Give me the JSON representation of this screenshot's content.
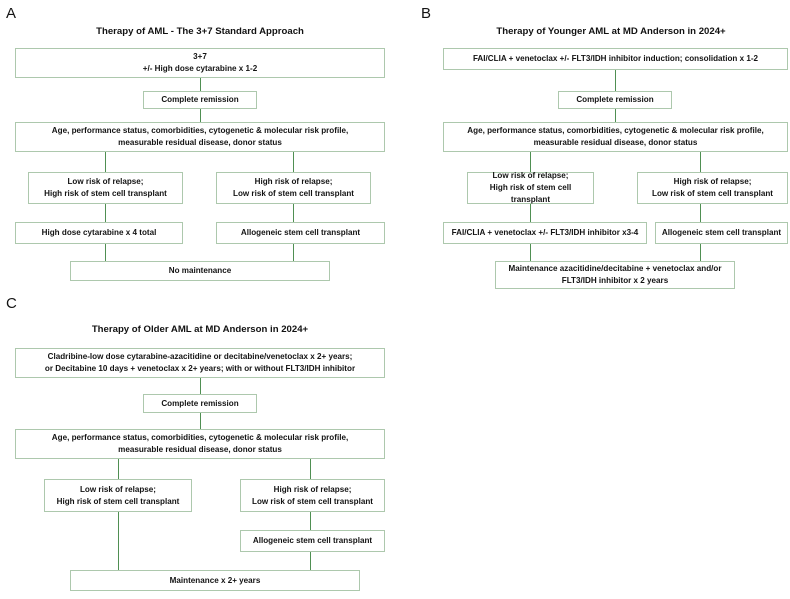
{
  "figure": {
    "background": "#ffffff",
    "box_border_color": "#adc8ad",
    "arrow_color": "#4f8f52",
    "text_color": "#131313"
  },
  "panels": [
    {
      "letter": "A",
      "title": "Therapy of AML - The 3+7 Standard Approach",
      "boxes": [
        {
          "id": "a-induction",
          "lines": [
            "3+7",
            "+/- High dose cytarabine x 1-2"
          ]
        },
        {
          "id": "a-cr",
          "lines": [
            "Complete remission"
          ]
        },
        {
          "id": "a-assess",
          "lines": [
            "Age, performance status, comorbidities, cytogenetic & molecular risk profile,",
            "measurable residual disease, donor status"
          ]
        },
        {
          "id": "a-low-risk",
          "lines": [
            "Low risk of relapse;",
            "High risk of stem cell transplant"
          ]
        },
        {
          "id": "a-high-risk",
          "lines": [
            "High risk of relapse;",
            "Low risk of stem cell transplant"
          ]
        },
        {
          "id": "a-consolid",
          "lines": [
            "High dose cytarabine x 4 total"
          ]
        },
        {
          "id": "a-transplant",
          "lines": [
            "Allogeneic stem cell transplant"
          ]
        },
        {
          "id": "a-maintenance",
          "lines": [
            "No maintenance"
          ]
        }
      ]
    },
    {
      "letter": "B",
      "title": "Therapy of Younger AML at MD Anderson in 2024+",
      "boxes": [
        {
          "id": "b-induction",
          "lines": [
            "FAI/CLIA + venetoclax +/- FLT3/IDH inhibitor induction; consolidation x 1-2"
          ]
        },
        {
          "id": "b-cr",
          "lines": [
            "Complete remission"
          ]
        },
        {
          "id": "b-assess",
          "lines": [
            "Age, performance status, comorbidities, cytogenetic & molecular risk profile,",
            "measurable residual disease, donor status"
          ]
        },
        {
          "id": "b-low-risk",
          "lines": [
            "Low risk of relapse;",
            "High risk of stem cell transplant"
          ]
        },
        {
          "id": "b-high-risk",
          "lines": [
            "High risk of relapse;",
            "Low risk of stem cell transplant"
          ]
        },
        {
          "id": "b-consolid",
          "lines": [
            "FAI/CLIA + venetoclax +/- FLT3/IDH inhibitor x3-4"
          ]
        },
        {
          "id": "b-transplant",
          "lines": [
            "Allogeneic stem cell transplant"
          ]
        },
        {
          "id": "b-maintenance",
          "lines": [
            "Maintenance azacitidine/decitabine + venetoclax and/or",
            "FLT3/IDH inhibitor x 2 years"
          ]
        }
      ]
    },
    {
      "letter": "C",
      "title": "Therapy of Older AML at MD Anderson in 2024+",
      "boxes": [
        {
          "id": "c-induction",
          "lines": [
            "Cladribine-low dose cytarabine-azacitidine or decitabine/venetoclax x 2+ years;",
            "or Decitabine 10 days + venetoclax x 2+ years; with or without FLT3/IDH inhibitor"
          ]
        },
        {
          "id": "c-cr",
          "lines": [
            "Complete remission"
          ]
        },
        {
          "id": "c-assess",
          "lines": [
            "Age, performance status, comorbidities, cytogenetic & molecular risk profile,",
            "measurable residual disease, donor status"
          ]
        },
        {
          "id": "c-low-risk",
          "lines": [
            "Low risk of relapse;",
            "High risk of stem cell transplant"
          ]
        },
        {
          "id": "c-high-risk",
          "lines": [
            "High risk of relapse;",
            "Low risk of stem cell transplant"
          ]
        },
        {
          "id": "c-transplant",
          "lines": [
            "Allogeneic stem cell transplant"
          ]
        },
        {
          "id": "c-maintenance",
          "lines": [
            "Maintenance  x 2+ years"
          ]
        }
      ]
    }
  ]
}
